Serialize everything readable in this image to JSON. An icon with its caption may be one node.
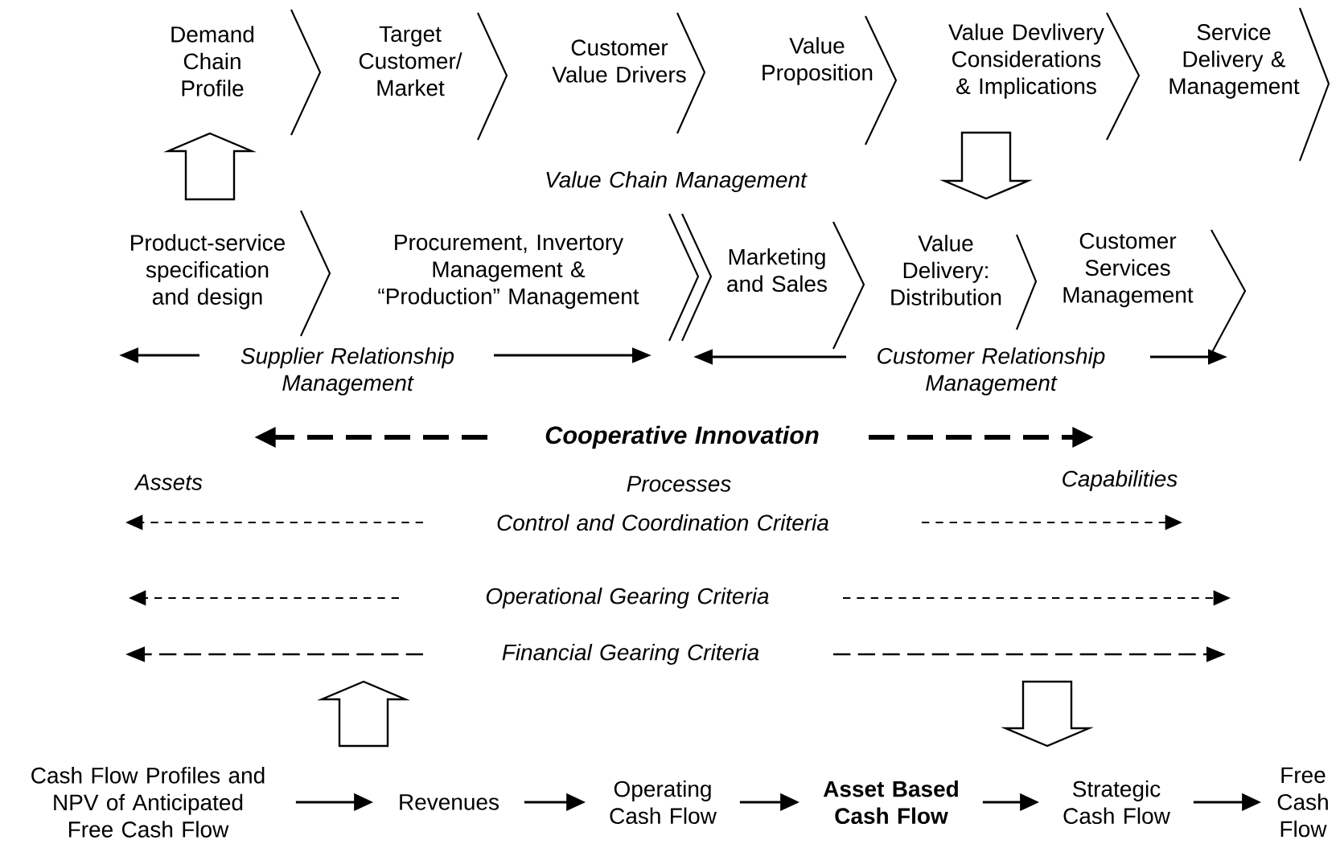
{
  "diagram": {
    "nodes": [
      {
        "text": [
          "Demand Chain Profile"
        ]
      },
      {
        "text": [
          "Target Customer/ Market"
        ]
      },
      {
        "text": [
          "Customer Value Drivers"
        ]
      },
      {
        "text": [
          "Value Proposition"
        ]
      },
      {
        "text": [
          "Value Devlivery Considerations & Implications"
        ]
      },
      {
        "text": [
          "Service Delivery & Management"
        ]
      },
      {
        "text": [
          "Product-service specification and design"
        ]
      },
      {
        "text": [
          "Procurement, Invertory Management & “Production” Management"
        ]
      },
      {
        "text": [
          "Marketing and Sales"
        ]
      },
      {
        "text": [
          "Value Delivery: Distribution"
        ]
      },
      {
        "text": [
          "Customer Services Management"
        ]
      },
      {
        "text": [
          "Cash Flow Profiles and NPV of Anticipated Free Cash Flow"
        ]
      },
      {
        "text": [
          "Revenues"
        ]
      },
      {
        "text": [
          "Operating Cash Flow"
        ]
      },
      {
        "text": [
          "Asset Based Cash Flow"
        ]
      },
      {
        "text": [
          "Strategic Cash Flow"
        ]
      },
      {
        "text": [
          "Free Cash Flow"
        ]
      }
    ],
    "edges": [
      {
        "from": 6,
        "to": 0,
        "arrow": "to",
        "style": "thick"
      },
      {
        "from": 4,
        "to": 9,
        "arrow": "to",
        "style": "thick"
      },
      {
        "from": 11,
        "to": 12,
        "arrow": "to"
      },
      {
        "from": 12,
        "to": 13,
        "arrow": "to"
      },
      {
        "from": 13,
        "to": 14,
        "arrow": "to"
      },
      {
        "from": 14,
        "to": 15,
        "arrow": "to"
      },
      {
        "from": 15,
        "to": 16,
        "arrow": "to"
      }
    ],
    "labels": [
      "Value Chain Management",
      "Supplier Relationship Management",
      "Customer Relationship Management",
      "Cooperative Innovation",
      "Assets",
      "Processes",
      "Capabilities",
      "Control and Coordination Criteria",
      "Operational Gearing Criteria",
      "Financial Gearing Criteria"
    ]
  }
}
